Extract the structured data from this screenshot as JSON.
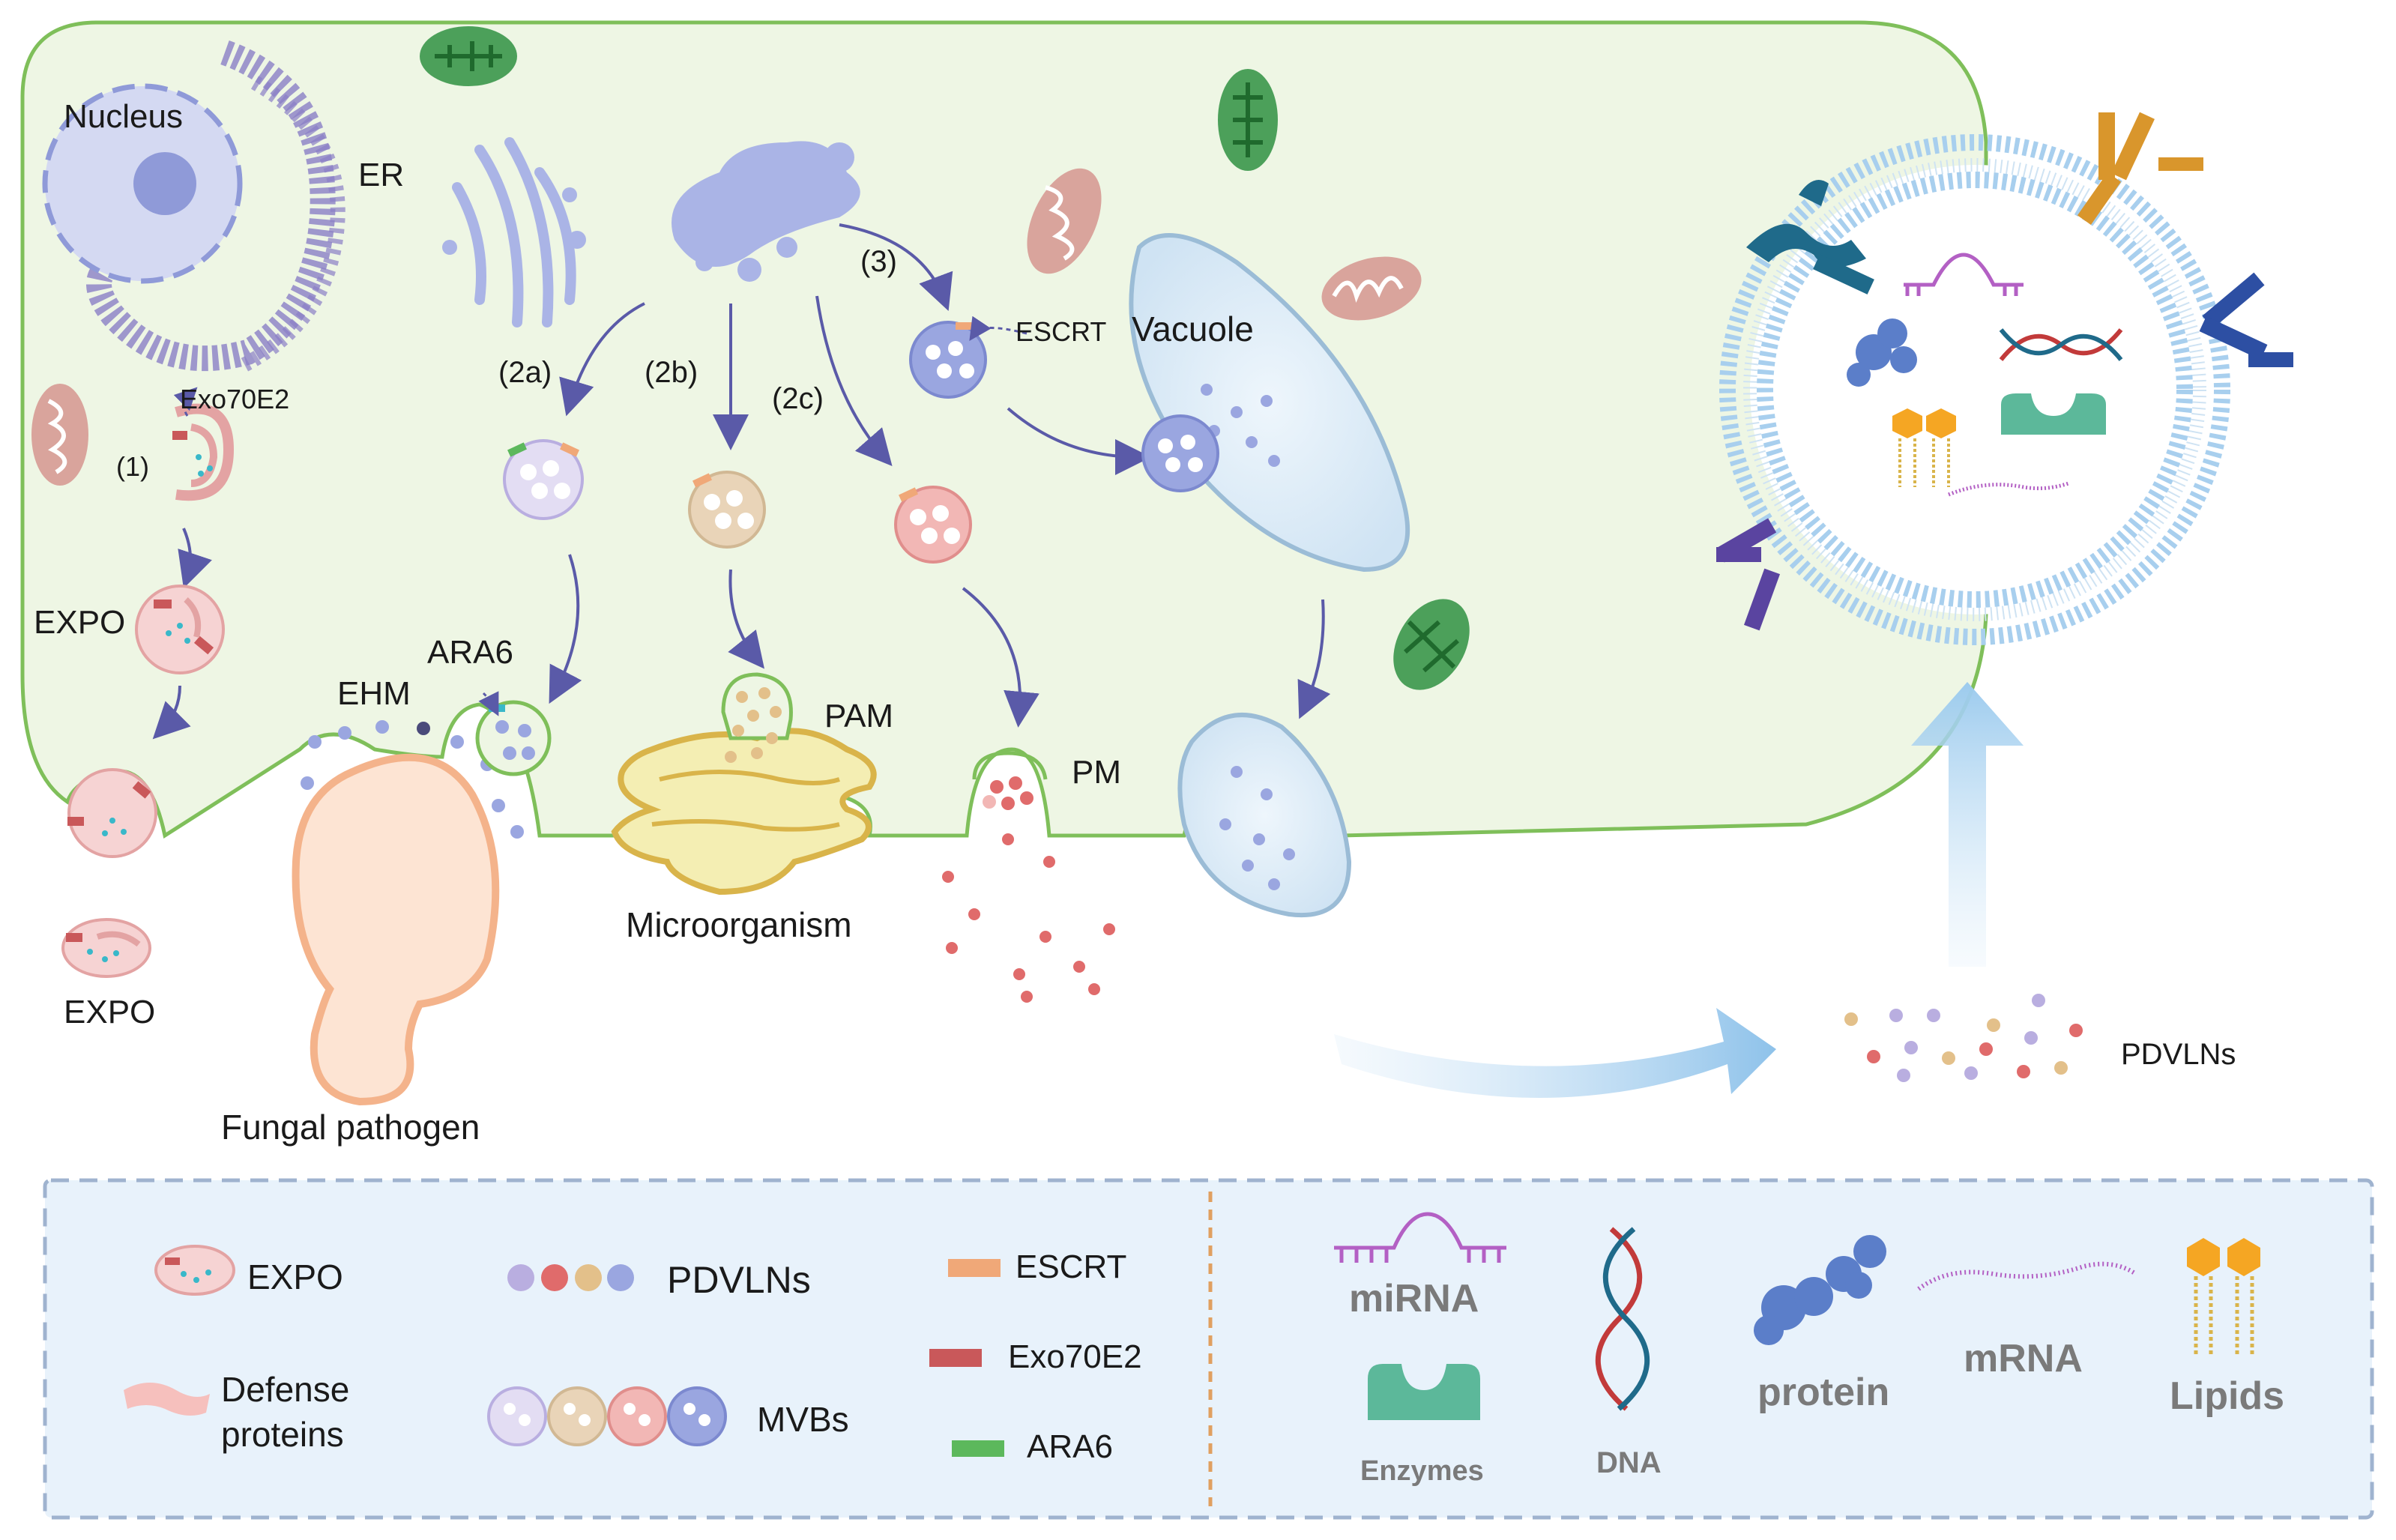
{
  "cell": {
    "nucleus": "Nucleus",
    "er": "ER",
    "exo70e2": "Exo70E2",
    "step1": "(1)",
    "expo_inside": "EXPO",
    "expo_outside": "EXPO",
    "step2a": "(2a)",
    "step2b": "(2b)",
    "step2c": "(2c)",
    "step3": "(3)",
    "escrt": "ESCRT",
    "vacuole": "Vacuole",
    "ara6": "ARA6",
    "ehm": "EHM",
    "pam": "PAM",
    "pm": "PM",
    "microorganism": "Microorganism",
    "fungal_pathogen": "Fungal pathogen"
  },
  "release": {
    "pdvlns": "PDVLNs"
  },
  "legend": {
    "expo": "EXPO",
    "defense_line1": "Defense",
    "defense_line2": "proteins",
    "pdvlns": "PDVLNs",
    "mvbs": "MVBs",
    "escrt": "ESCRT",
    "exo70e2": "Exo70E2",
    "ara6": "ARA6",
    "mirna": "miRNA",
    "dna": "DNA",
    "protein": "protein",
    "mrna": "mRNA",
    "lipids": "Lipids",
    "enzymes": "Enzymes"
  },
  "colors": {
    "cell_fill": "#eef6e4",
    "cell_border": "#7fbf5a",
    "arrow": "#5a5aa8",
    "escrt": "#f0a878",
    "exo70e2": "#c9585a",
    "ara6": "#5cb85c",
    "legend_fill": "#e8f2fb",
    "legend_border": "#9fb3cf"
  }
}
